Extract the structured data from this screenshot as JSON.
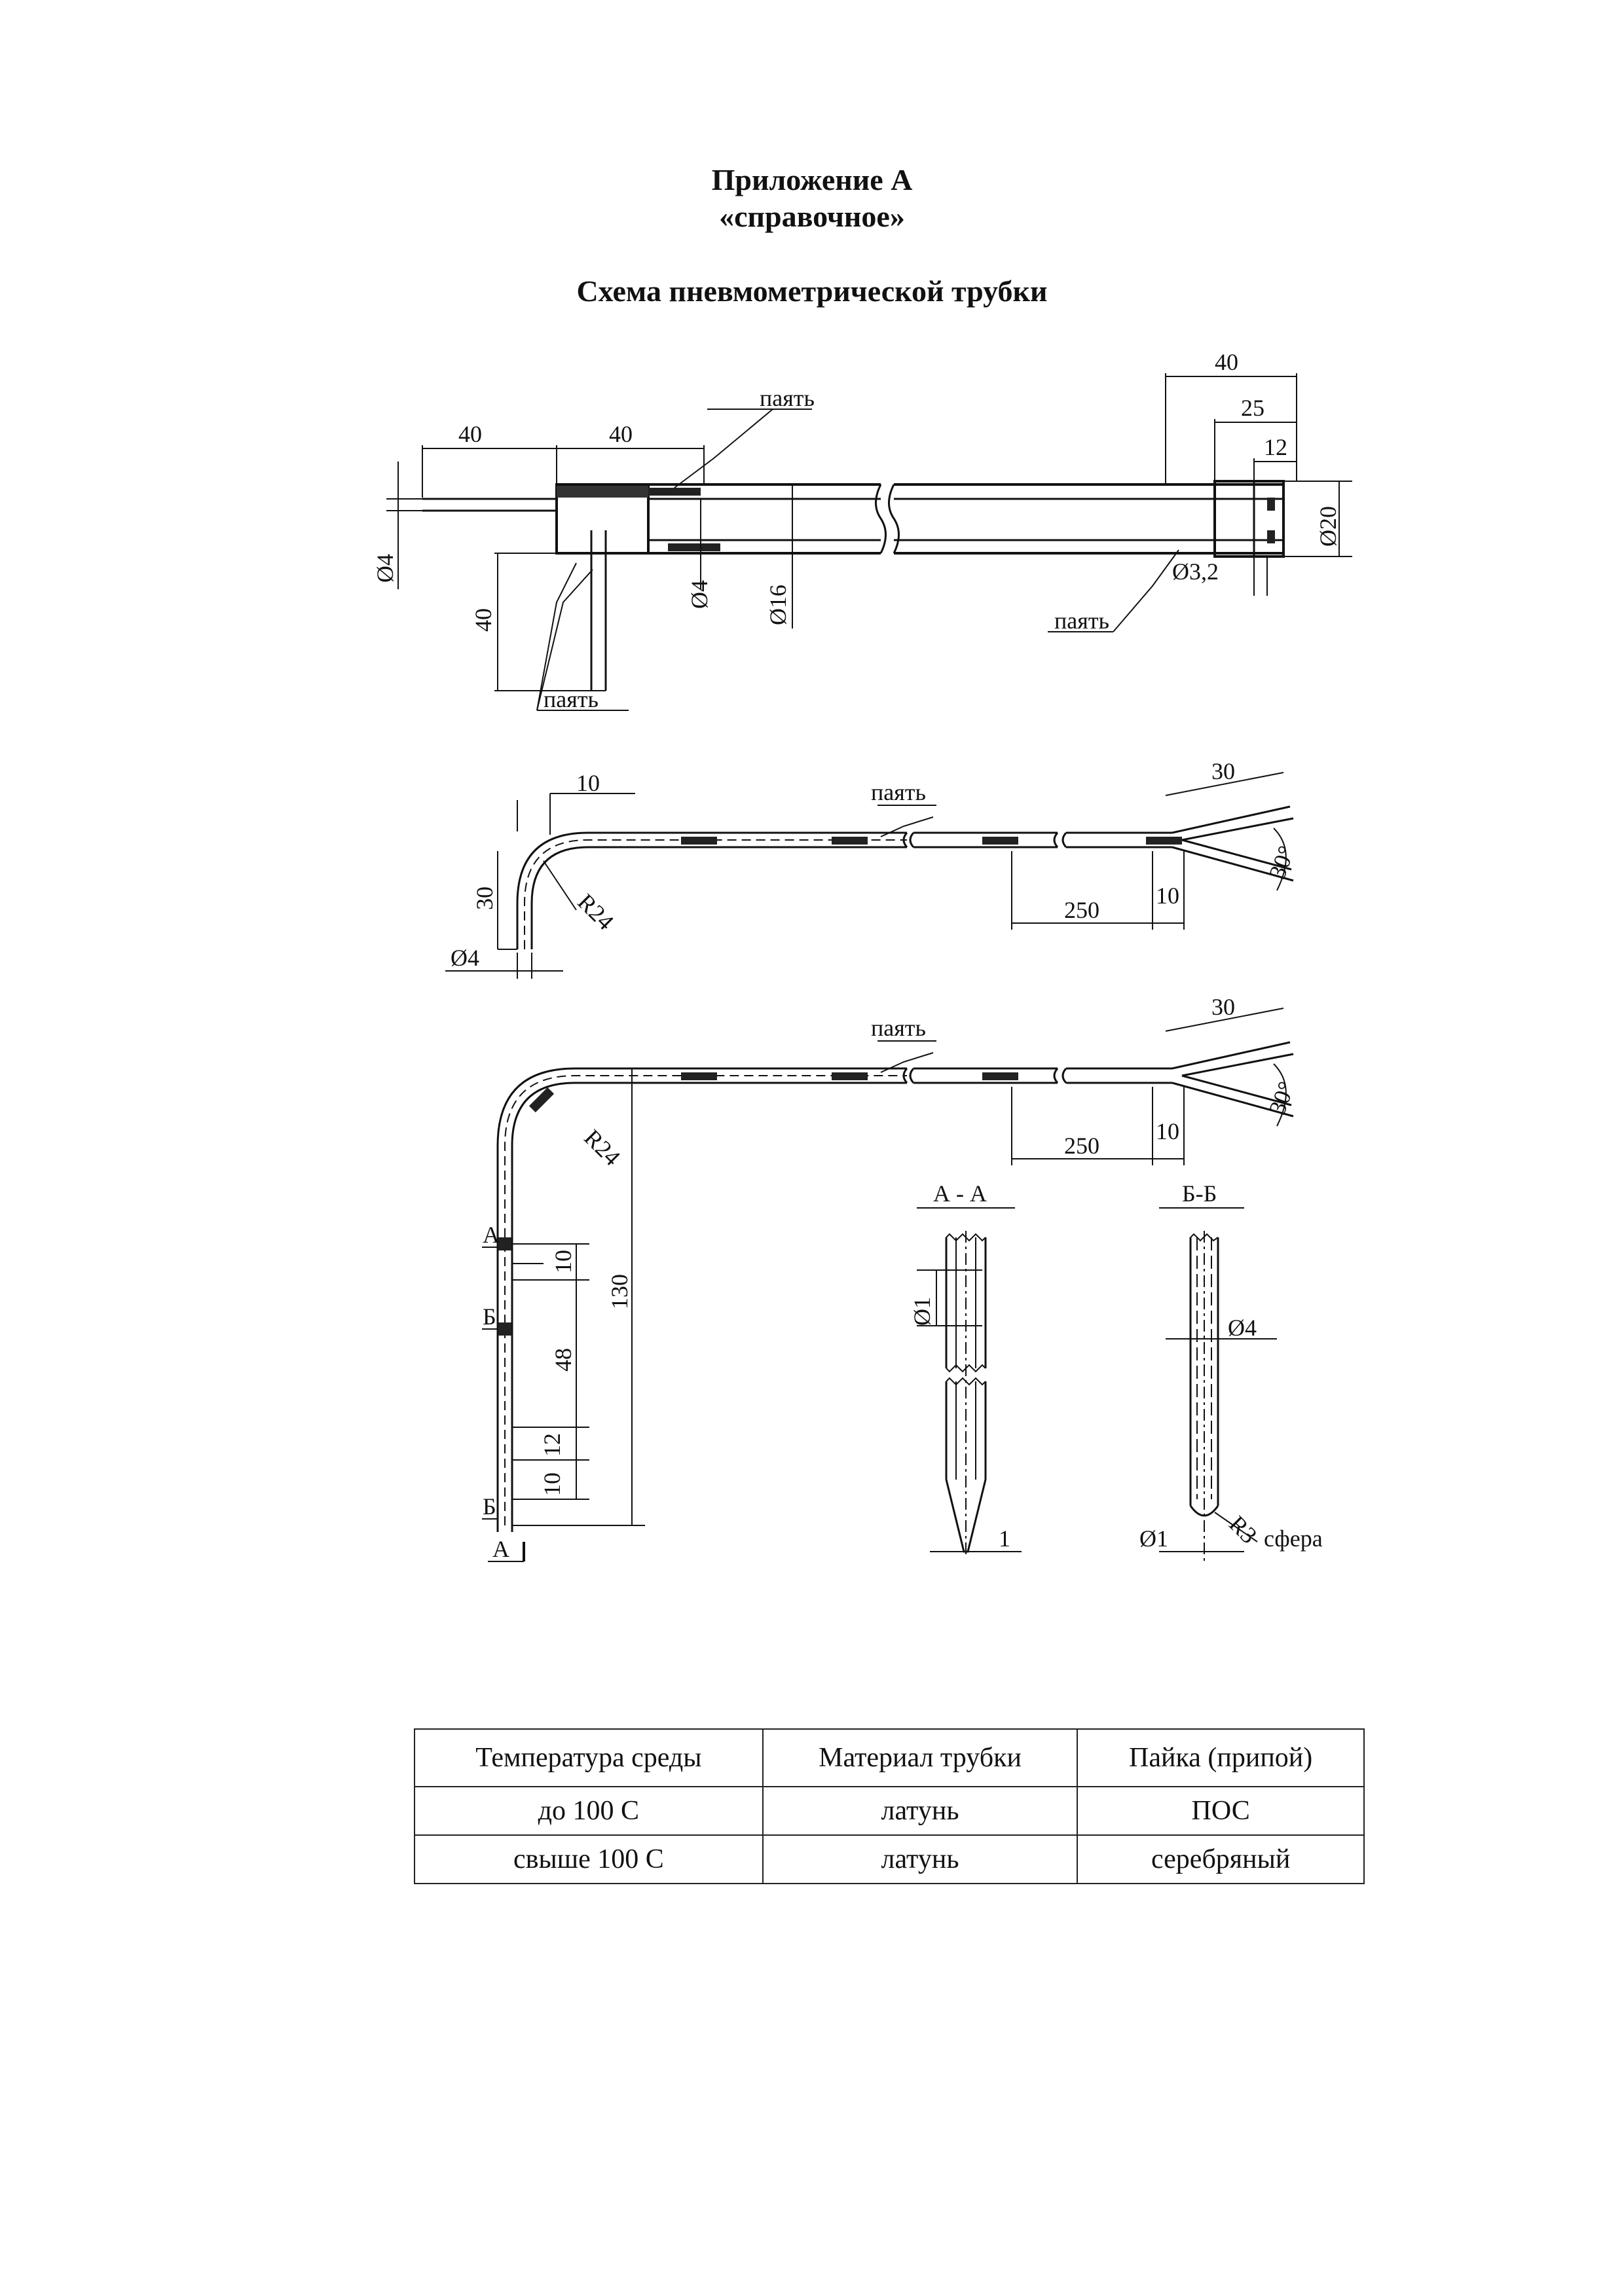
{
  "header": {
    "title": "Приложение А",
    "subtitle": "«справочное»",
    "scheme_title": "Схема пневмометрической трубки"
  },
  "figure1": {
    "dim_40_left": "40",
    "dim_40_mid": "40",
    "dim_40_right": "40",
    "dim_25": "25",
    "dim_12": "12",
    "dim_d20": "Ø20",
    "dim_d4_left": "Ø4",
    "dim_40_vert": "40",
    "dim_d4_mid": "Ø4",
    "dim_d16": "Ø16",
    "dim_d32": "Ø3,2",
    "solder_top": "паять",
    "solder_right": "паять",
    "solder_bottom": "паять"
  },
  "figure2": {
    "dim_10": "10",
    "dim_30_vert": "30",
    "radius": "R24",
    "dim_d4": "Ø4",
    "solder": "паять",
    "dim_30_fork": "30",
    "angle": "30°",
    "dim_250": "250",
    "dim_10_end": "10"
  },
  "figure3": {
    "solder": "паять",
    "dim_30_fork": "30",
    "angle": "30°",
    "dim_250": "250",
    "dim_10_end": "10",
    "radius": "R24",
    "dim_130": "130",
    "dim_10_a": "10",
    "dim_48": "48",
    "dim_12": "12",
    "dim_10_b": "10",
    "mark_a_top": "А",
    "mark_b_top": "Б",
    "mark_b_bottom": "Б",
    "mark_a_bottom": "А"
  },
  "section_aa": {
    "title": "А - А",
    "dim_d1": "Ø1",
    "dim_1": "1"
  },
  "section_bb": {
    "title": "Б-Б",
    "dim_d4": "Ø4",
    "dim_d1": "Ø1",
    "radius": "R3",
    "sphere": "сфера"
  },
  "table": {
    "headers": [
      "Температура среды",
      "Материал трубки",
      "Пайка (припой)"
    ],
    "rows": [
      [
        "до 100  С",
        "латунь",
        "ПОС"
      ],
      [
        "свыше 100  С",
        "латунь",
        "серебряный"
      ]
    ]
  }
}
